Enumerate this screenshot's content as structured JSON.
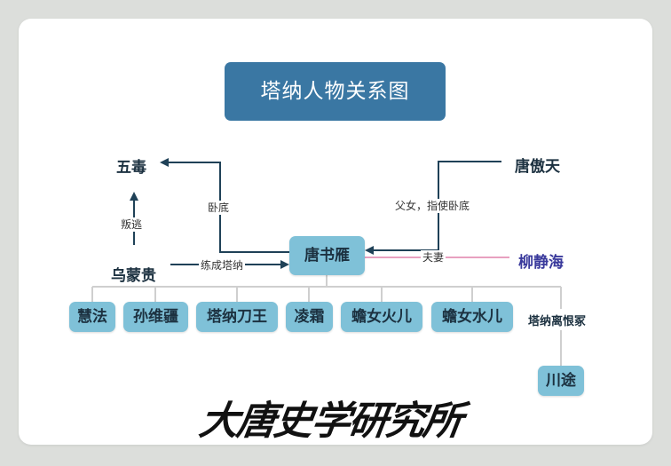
{
  "title": "塔纳人物关系图",
  "people": {
    "wudu": "五毒",
    "tangaotian": "唐傲天",
    "wumenggui": "乌蒙贵",
    "liujinghai": "柳静海",
    "tangshuyan": "唐书雁",
    "tanahengzhong": "塔纳离恨冢"
  },
  "relations": {
    "woti_left": "卧底",
    "fatherdaughter": "父女，指使卧底",
    "pantao": "叛逃",
    "lianchengtana": "练成塔纳",
    "fuqi": "夫妻"
  },
  "members": [
    "慧法",
    "孙维疆",
    "塔纳刀王",
    "凌霜",
    "蟾女火儿",
    "蟾女水儿"
  ],
  "descendant": "川途",
  "logo_text": "大唐史学研究所",
  "colors": {
    "title_bg": "#3a77a3",
    "node_bg": "#7fc1d8",
    "arrow": "#1f4157",
    "couple_line": "#e8a0c0"
  }
}
